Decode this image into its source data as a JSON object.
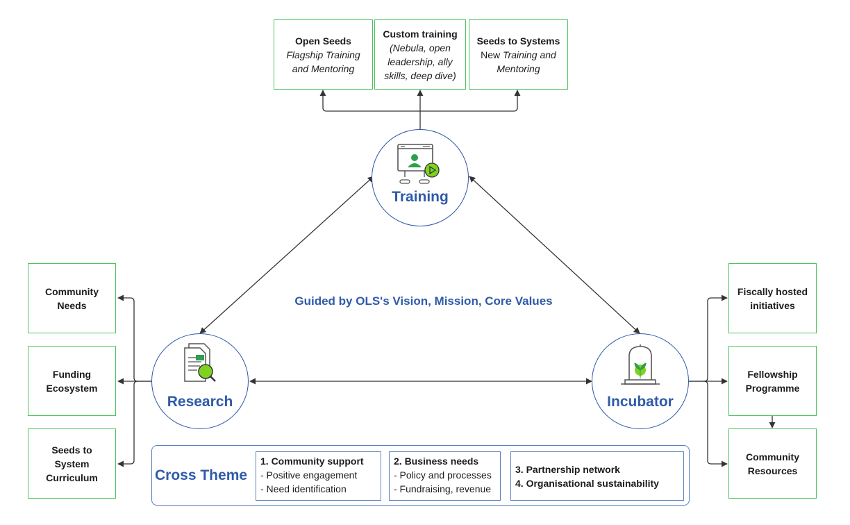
{
  "top_boxes": [
    {
      "title": "Open Seeds",
      "sub": "Flagship Training and Mentoring"
    },
    {
      "title": "Custom training",
      "sub": "(Nebula, open leadership, ally skills, deep dive)"
    },
    {
      "title": "Seeds to Systems",
      "sub_plain": "New",
      "sub": "Training and Mentoring"
    }
  ],
  "left_boxes": [
    "Community Needs",
    "Funding Ecosystem",
    "Seeds to System Curriculum"
  ],
  "right_boxes": [
    "Fiscally hosted initiatives",
    "Fellowship Programme",
    "Community Resources"
  ],
  "nodes": {
    "training": "Training",
    "research": "Research",
    "incubator": "Incubator"
  },
  "center_text": "Guided by OLS's Vision, Mission, Core Values",
  "cross_theme": {
    "title": "Cross Theme",
    "col1": {
      "heading": "1. Community support",
      "items": [
        "- Positive engagement",
        "- Need identification"
      ]
    },
    "col2": {
      "heading": "2. Business needs",
      "items": [
        "- Policy and processes",
        "- Fundraising, revenue"
      ]
    },
    "col3": {
      "items": [
        "3. Partnership network",
        "4. Organisational sustainability"
      ]
    }
  },
  "colors": {
    "green_border": "#49c45c",
    "blue": "#2f5ba8",
    "arrow": "#333333",
    "icon_green": "#7ed321"
  }
}
